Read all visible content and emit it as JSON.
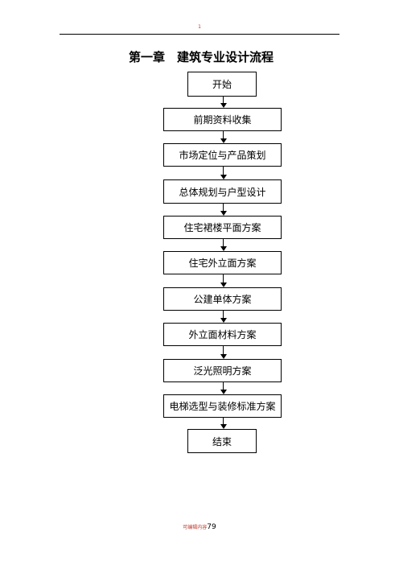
{
  "header": {
    "mark": "1"
  },
  "title": "第一章　建筑专业设计流程",
  "flowchart": {
    "nodes": [
      {
        "id": "start",
        "label": "开始",
        "shape": "narrow"
      },
      {
        "id": "preliminary-data",
        "label": "前期资料收集",
        "shape": "wide"
      },
      {
        "id": "market-positioning",
        "label": "市场定位与产品策划",
        "shape": "wide"
      },
      {
        "id": "master-plan",
        "label": "总体规划与户型设计",
        "shape": "wide"
      },
      {
        "id": "podium-plan",
        "label": "住宅裙楼平面方案",
        "shape": "wide"
      },
      {
        "id": "facade-scheme",
        "label": "住宅外立面方案",
        "shape": "wide"
      },
      {
        "id": "public-building",
        "label": "公建单体方案",
        "shape": "wide"
      },
      {
        "id": "facade-materials",
        "label": "外立面材料方案",
        "shape": "wide"
      },
      {
        "id": "floodlighting",
        "label": "泛光照明方案",
        "shape": "wide"
      },
      {
        "id": "elevator-finishes",
        "label": "电梯选型与装修标准方案",
        "shape": "wide"
      },
      {
        "id": "end",
        "label": "结束",
        "shape": "narrow"
      }
    ]
  },
  "footer": {
    "label": "可编辑内容",
    "page": "79"
  }
}
